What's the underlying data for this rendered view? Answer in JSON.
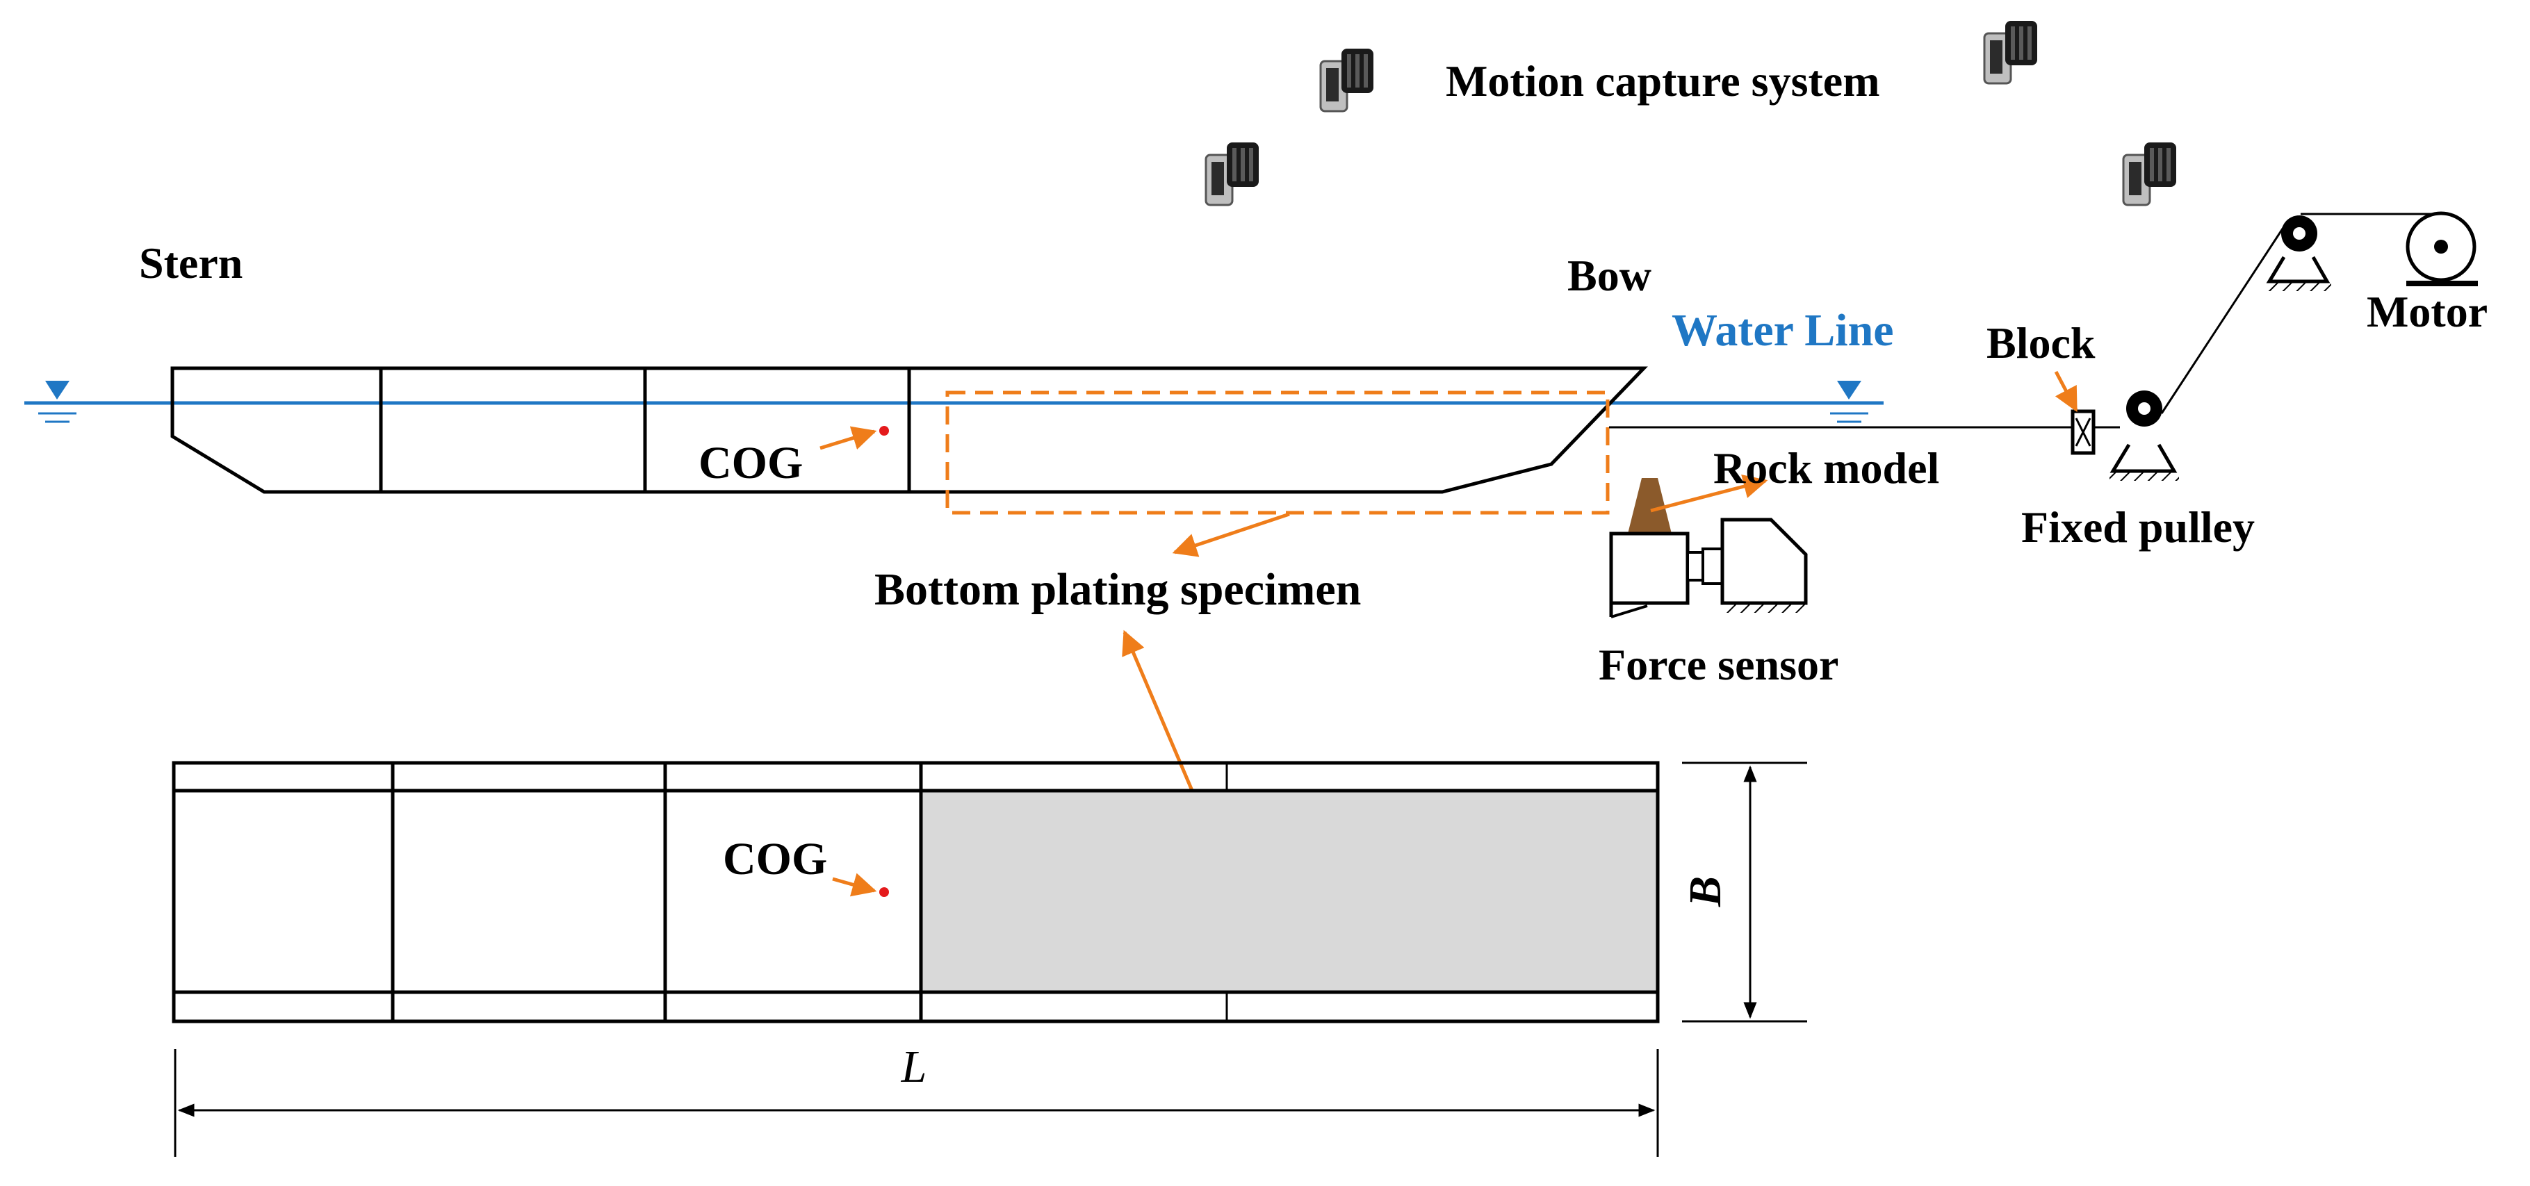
{
  "labels": {
    "motion_capture": "Motion capture system",
    "stern": "Stern",
    "bow": "Bow",
    "water_line": "Water Line",
    "block": "Block",
    "motor": "Motor",
    "cog_side": "COG",
    "rock_model": "Rock model",
    "fixed_pulley": "Fixed pulley",
    "bottom_plating": "Bottom plating specimen",
    "force_sensor": "Force sensor",
    "cog_plan": "COG",
    "dim_b": "B",
    "dim_l": "L"
  },
  "icons": {
    "camera": "motion-capture-camera-icon",
    "water_symbol": "water-level-triangle-icon",
    "pulley": "pulley-icon",
    "motor": "motor-icon",
    "rock": "rock-cone-icon",
    "sensor": "force-sensor-icon"
  },
  "colors": {
    "water_line": "#1f77c4",
    "annotation_arrow": "#ef7d1a",
    "cog_point": "#e41a1c",
    "rock": "#8b5a2b",
    "specimen_fill": "#d9d9d9"
  }
}
